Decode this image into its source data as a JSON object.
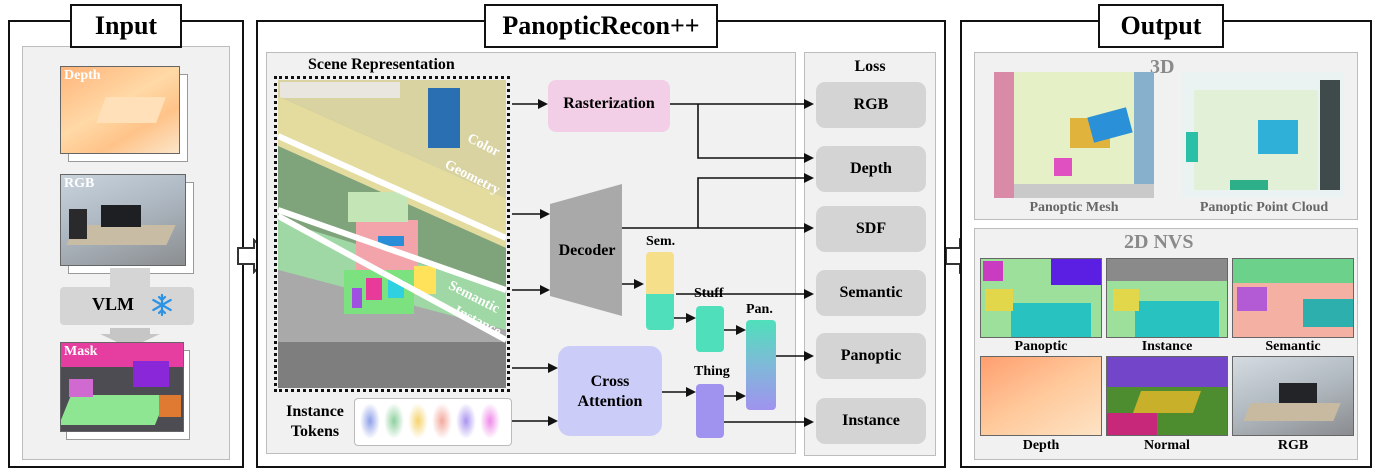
{
  "input": {
    "title": "Input",
    "depth_label": "Depth",
    "rgb_label": "RGB",
    "vlm_label": "VLM",
    "mask_label": "Mask"
  },
  "method": {
    "title": "PanopticRecon++",
    "scene_label": "Scene Representation",
    "band_labels": [
      "Color",
      "Geometry",
      "Semantic",
      "Instance"
    ],
    "rasterization": "Rasterization",
    "decoder": "Decoder",
    "cross_attention": "Cross\nAttention",
    "sem": "Sem.",
    "stuff": "Stuff",
    "thing": "Thing",
    "pan": "Pan.",
    "instance_tokens": "Instance\nTokens",
    "loss": {
      "title": "Loss",
      "items": [
        "RGB",
        "Depth",
        "SDF",
        "Semantic",
        "Panoptic",
        "Instance"
      ]
    }
  },
  "output": {
    "title": "Output",
    "section_3d": "3D",
    "mesh_label": "Panoptic Mesh",
    "pointcloud_label": "Panoptic Point Cloud",
    "section_2d": "2D NVS",
    "nvs_labels": [
      "Panoptic",
      "Instance",
      "Semantic",
      "Depth",
      "Normal",
      "RGB"
    ]
  },
  "colors": {
    "rasterization_fill": "#f3cfe7",
    "cross_attention_fill": "#ccccf8",
    "sem_top": "#f6df8a",
    "sem_bottom": "#4fe0bb",
    "stuff": "#4fe0bb",
    "thing": "#9f93ef",
    "pan_top": "#4fe0bb",
    "pan_bottom": "#9f93ef",
    "loss_button": "#d4d4d4",
    "decoder": "#a9a9a9",
    "snowflake": "#2b93e6"
  }
}
